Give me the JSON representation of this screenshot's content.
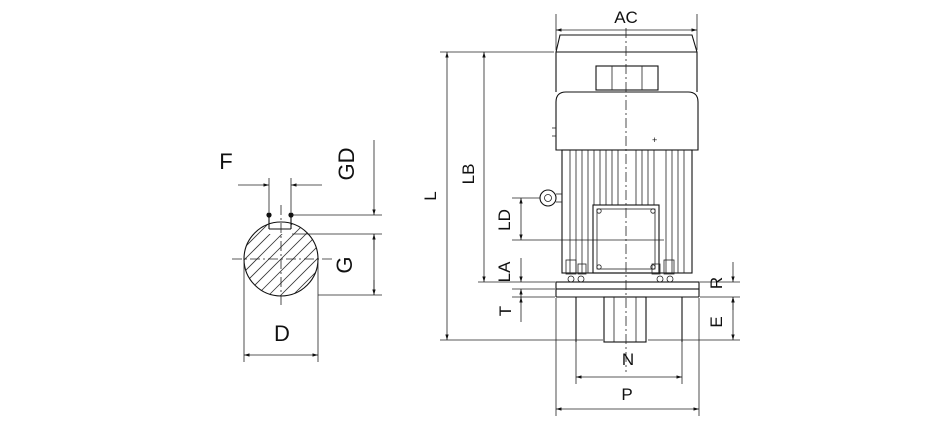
{
  "labels": {
    "F": "F",
    "GD": "GD",
    "G": "G",
    "D": "D",
    "AC": "AC",
    "L": "L",
    "LB": "LB",
    "LD": "LD",
    "LA": "LA",
    "T": "T",
    "R": "R",
    "E": "E",
    "N": "N",
    "P": "P"
  }
}
